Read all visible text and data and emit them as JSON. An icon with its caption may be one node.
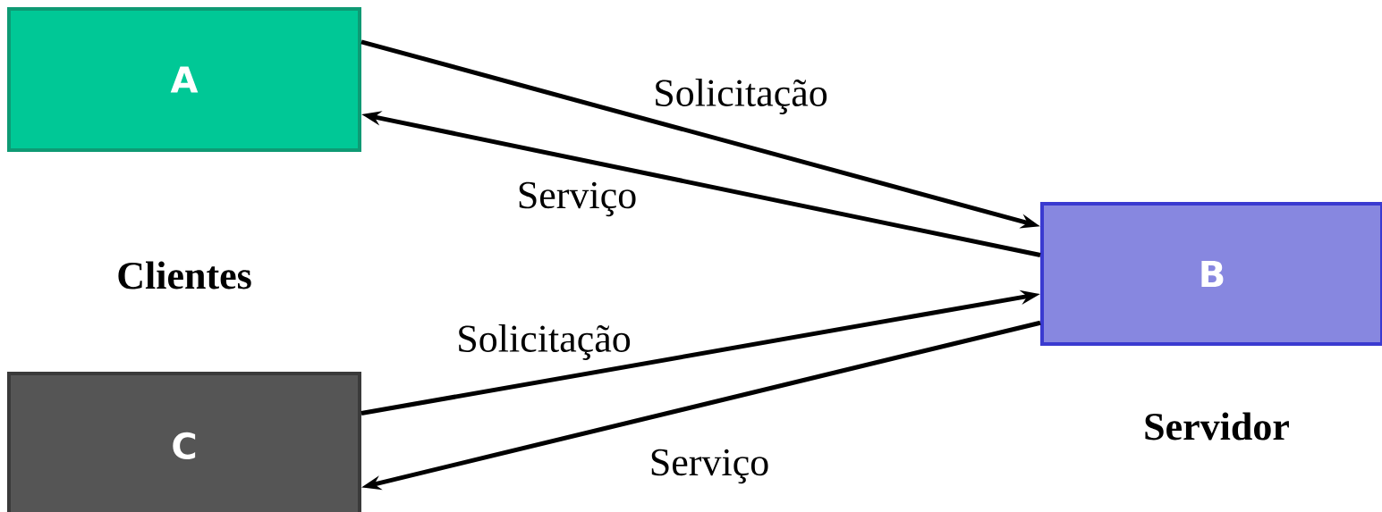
{
  "diagram": {
    "nodes": [
      {
        "text": [
          "A"
        ]
      },
      {
        "text": [
          "B"
        ]
      },
      {
        "text": [
          "C"
        ]
      }
    ],
    "edges": [
      {
        "from": 0,
        "to": 1,
        "arrow": "to",
        "label": "Solicitação"
      },
      {
        "from": 1,
        "to": 0,
        "arrow": "to",
        "label": "Serviço"
      },
      {
        "from": 2,
        "to": 1,
        "arrow": "to",
        "label": "Solicitação"
      },
      {
        "from": 1,
        "to": 2,
        "arrow": "to",
        "label": "Serviço"
      }
    ],
    "labels": [
      "Clientes",
      "Servidor"
    ]
  }
}
